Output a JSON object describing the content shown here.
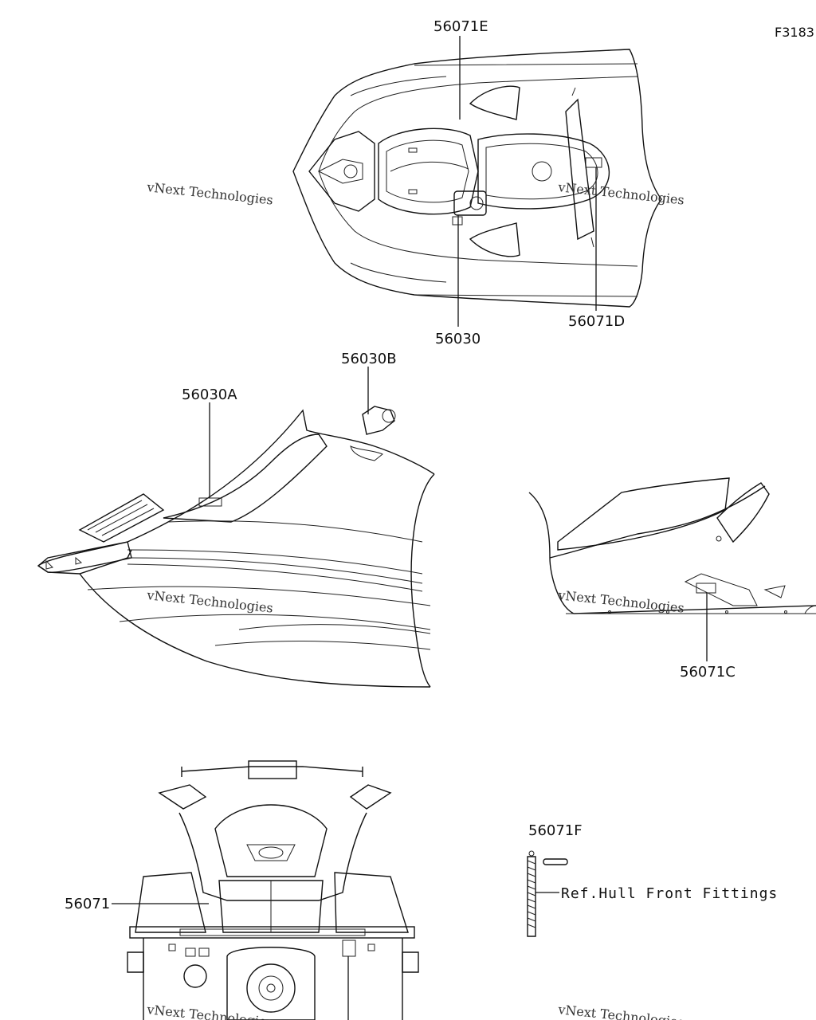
{
  "figure_id": "F3183",
  "callouts": {
    "c56071E": "56071E",
    "c56030": "56030",
    "c56071D": "56071D",
    "c56030B": "56030B",
    "c56030A": "56030A",
    "c56071C": "56071C",
    "c56071F": "56071F",
    "c56071": "56071"
  },
  "reference_note": "Ref.Hull Front Fittings",
  "watermark": {
    "line1": "vNext Technologies",
    "line2": "vNext",
    "line3": "Technologies"
  }
}
